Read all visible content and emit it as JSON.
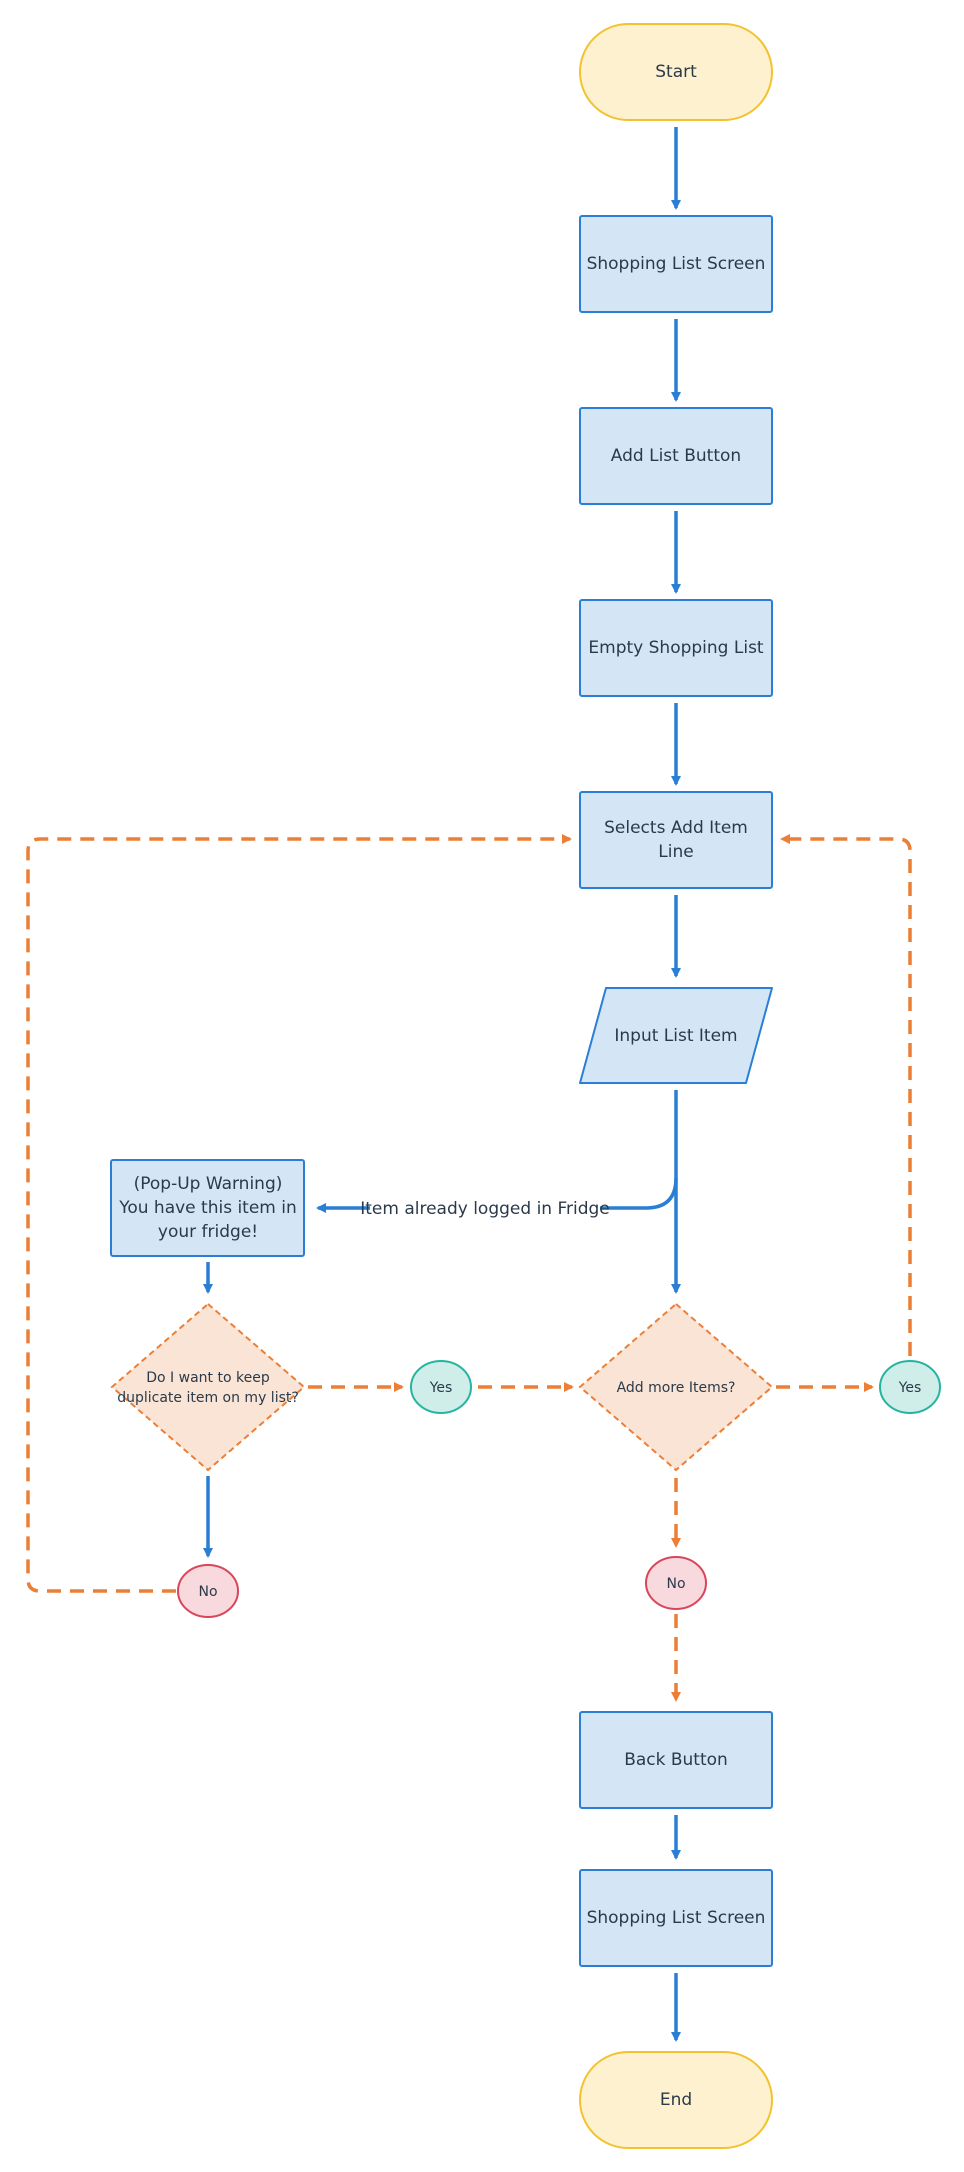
{
  "nodes": {
    "start": "Start",
    "shopping_list_screen_1": "Shopping List Screen",
    "add_list_button": "Add List Button",
    "empty_shopping_list": "Empty Shopping List",
    "selects_add_item_line": [
      "Selects Add Item",
      "Line"
    ],
    "input_list_item": "Input List Item",
    "popup_warning": [
      "(Pop-Up Warning)",
      "You have this item in",
      "your fridge!"
    ],
    "keep_duplicate_decision": [
      "Do I want to keep",
      "duplicate item on my list?"
    ],
    "add_more_items_decision": "Add more Items?",
    "yes_keep": "Yes",
    "yes_more": "Yes",
    "no_keep": "No",
    "no_more": "No",
    "back_button": "Back Button",
    "shopping_list_screen_2": "Shopping List Screen",
    "end": "End"
  },
  "edge_labels": {
    "item_already_logged": "Item already logged in Fridge"
  },
  "colors": {
    "solid_arrow": "#2a7fd4",
    "dashed_arrow": "#ec7f35",
    "process_fill": "#d4e6f6",
    "process_stroke": "#2a7fd4",
    "terminal_fill": "#fdf1cf",
    "terminal_stroke": "#f3c22f",
    "decision_fill": "#f9e4d6",
    "decision_stroke": "#ec7f35",
    "yes_fill": "#cfeee9",
    "yes_stroke": "#25b4a0",
    "no_fill": "#f8d9dd",
    "no_stroke": "#d9455a"
  }
}
